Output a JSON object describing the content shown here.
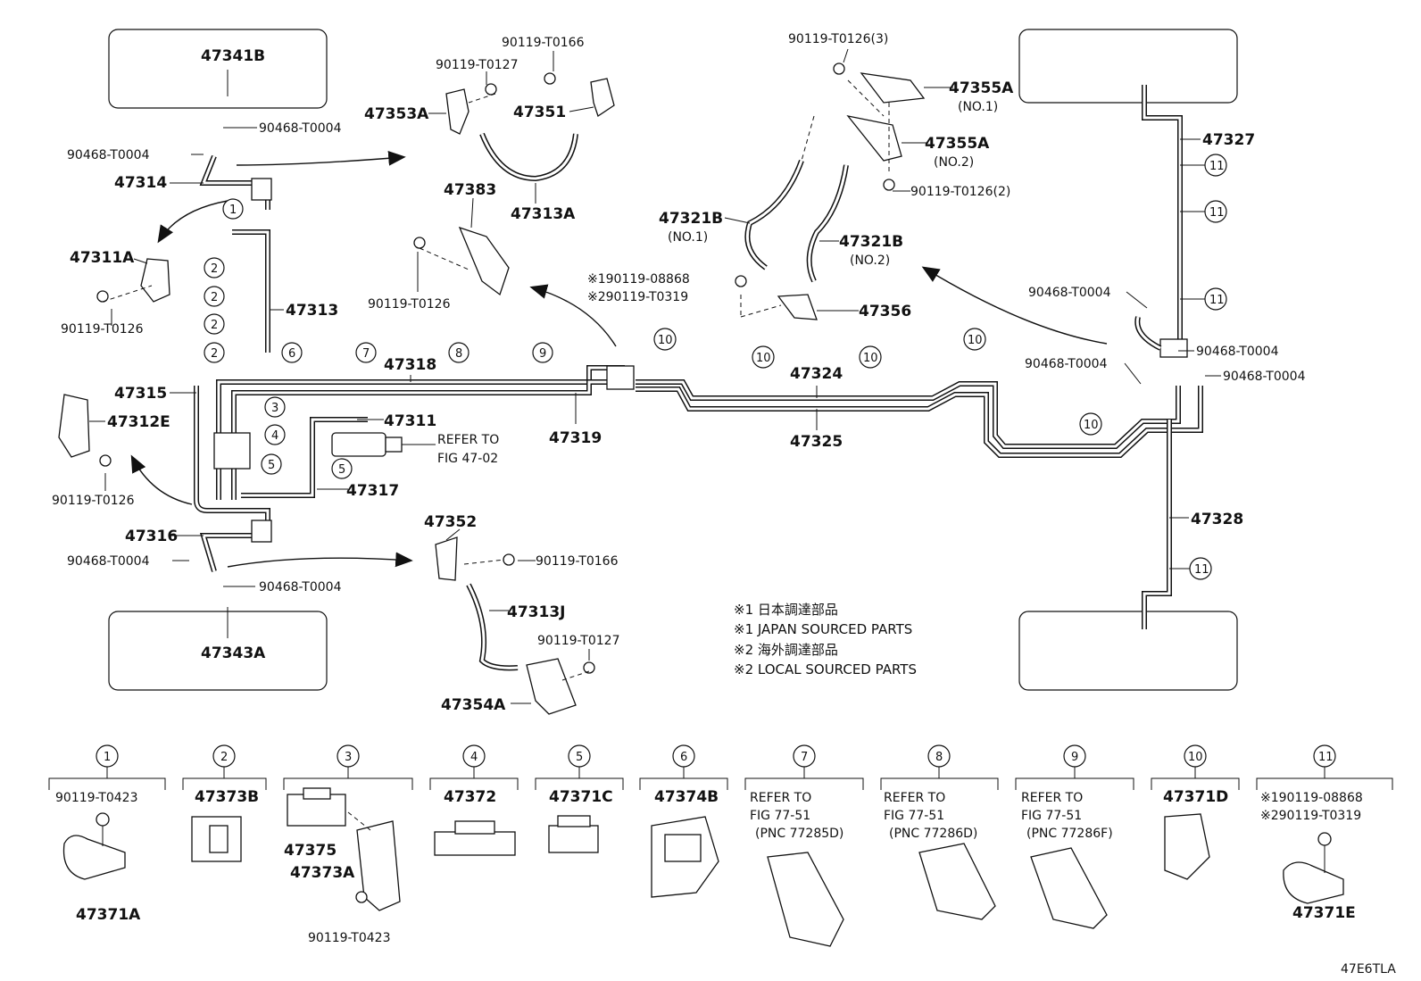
{
  "labels": {
    "p47341B": "47341B",
    "p90468_T0004_a": "90468-T0004",
    "p90468_T0004_b": "90468-T0004",
    "p47314": "47314",
    "p47311A": "47311A",
    "p90119_T0126_a": "90119-T0126",
    "p47313": "47313",
    "p47315": "47315",
    "p47312E": "47312E",
    "p90119_T0126_b": "90119-T0126",
    "p47316": "47316",
    "p90468_T0004_c": "90468-T0004",
    "p90468_T0004_d": "90468-T0004",
    "p47343A": "47343A",
    "p90119_T0166_a": "90119-T0166",
    "p90119_T0127_a": "90119-T0127",
    "p47353A": "47353A",
    "p47351": "47351",
    "p47313A": "47313A",
    "p47383": "47383",
    "p90119_T0126_c": "90119-T0126",
    "p47318": "47318",
    "p47319": "47319",
    "p47311": "47311",
    "p47317": "47317",
    "refer_fig_47_02_l1": "REFER TO",
    "refer_fig_47_02_l2": "FIG 47-02",
    "p47352": "47352",
    "p90119_T0166_b": "90119-T0166",
    "p47313J": "47313J",
    "p90119_T0127_b": "90119-T0127",
    "p47354A": "47354A",
    "p90119_T0126_3": "90119-T0126(3)",
    "p47355A_1": "47355A",
    "no1_a": "(NO.1)",
    "p47355A_2": "47355A",
    "no2_a": "(NO.2)",
    "p90119_T0126_2": "90119-T0126(2)",
    "p47321B_1": "47321B",
    "no1_b": "(NO.1)",
    "p47321B_2": "47321B",
    "no2_b": "(NO.2)",
    "mark1_08868": "※190119-08868",
    "mark2_T0319": "※290119-T0319",
    "p47356": "47356",
    "p47324": "47324",
    "p47325": "47325",
    "p47327": "47327",
    "p90468_T0004_e": "90468-T0004",
    "p90468_T0004_f": "90468-T0004",
    "p90468_T0004_g": "90468-T0004",
    "p90468_T0004_h": "90468-T0004",
    "p47328": "47328"
  },
  "notes": [
    "※1 日本調達部品",
    "※1 JAPAN SOURCED PARTS",
    "※2 海外調達部品",
    "※2 LOCAL SOURCED PARTS"
  ],
  "callouts": {
    "one": "1",
    "two": "2",
    "three": "3",
    "four": "4",
    "five": "5",
    "six": "6",
    "seven": "7",
    "eight": "8",
    "nine": "9",
    "ten": "10",
    "eleven": "11"
  },
  "legend": {
    "c1_part": "90119-T0423",
    "c1_sub": "47371A",
    "c2_part": "47373B",
    "c3_sub1": "47375",
    "c3_sub2": "47373A",
    "c3_sub3": "90119-T0423",
    "c4_part": "47372",
    "c5_part": "47371C",
    "c6_part": "47374B",
    "c7_l1": "REFER TO",
    "c7_l2": "FIG 77-51",
    "c7_l3": "(PNC 77285D)",
    "c8_l1": "REFER TO",
    "c8_l2": "FIG 77-51",
    "c8_l3": "(PNC 77286D)",
    "c9_l1": "REFER TO",
    "c9_l2": "FIG 77-51",
    "c9_l3": "(PNC 77286F)",
    "c10_part": "47371D",
    "c11_l1": "※190119-08868",
    "c11_l2": "※290119-T0319",
    "c11_sub": "47371E"
  },
  "figure_code": "47E6TLA"
}
